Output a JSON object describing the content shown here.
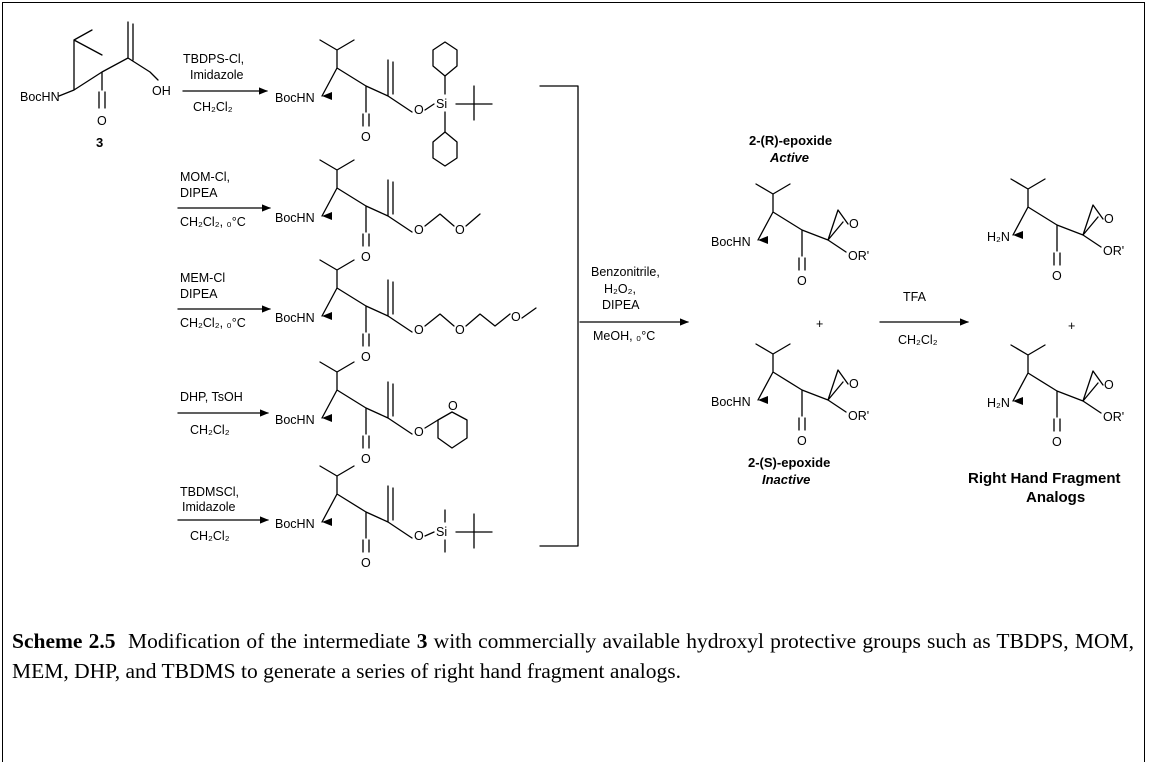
{
  "starting_material": {
    "label": "3",
    "boc": "BocHN",
    "oxygen": "O",
    "hydroxyl": "OH"
  },
  "atoms": {
    "boc": "BocHN",
    "carbonyl_o": "O",
    "epoxide_o": "O",
    "ether_o": "O",
    "si": "Si",
    "or": "OR'",
    "amine": "H₂N"
  },
  "reactions": [
    {
      "line1": "TBDPS-Cl,",
      "line2": "Imidazole",
      "line3": "CH₂Cl₂"
    },
    {
      "line1": "MOM-Cl,",
      "line2": "DIPEA",
      "line3": "CH₂Cl₂, ₀°C"
    },
    {
      "line1": "MEM-Cl",
      "line2": "DIPEA",
      "line3": "CH₂Cl₂, ₀°C"
    },
    {
      "line1": "DHP, TsOH",
      "line3": "CH₂Cl₂"
    },
    {
      "line1": "TBDMSCl,",
      "line2": "Imidazole",
      "line3": "CH₂Cl₂"
    }
  ],
  "epoxidation": {
    "line1": "Benzonitrile,",
    "line2": "H₂O₂,",
    "line3": "DIPEA",
    "line4": "MeOH, ₀°C"
  },
  "epoxide_r": {
    "label": "2-(R)-epoxide",
    "activity": "Active"
  },
  "epoxide_s": {
    "label": "2-(S)-epoxide",
    "activity": "Inactive"
  },
  "plus": "+",
  "deprotection": {
    "reagent": "TFA",
    "solvent": "CH₂Cl₂"
  },
  "final": {
    "line1": "Right Hand Fragment",
    "line2": "Analogs"
  },
  "caption": {
    "label": "Scheme 2.5",
    "text_a": "Modification of the intermediate",
    "compound": "3",
    "text_b": "with commercially available hydroxyl protective groups such as TBDPS, MOM, MEM, DHP, and TBDMS to generate a series of right hand fragment analogs."
  }
}
